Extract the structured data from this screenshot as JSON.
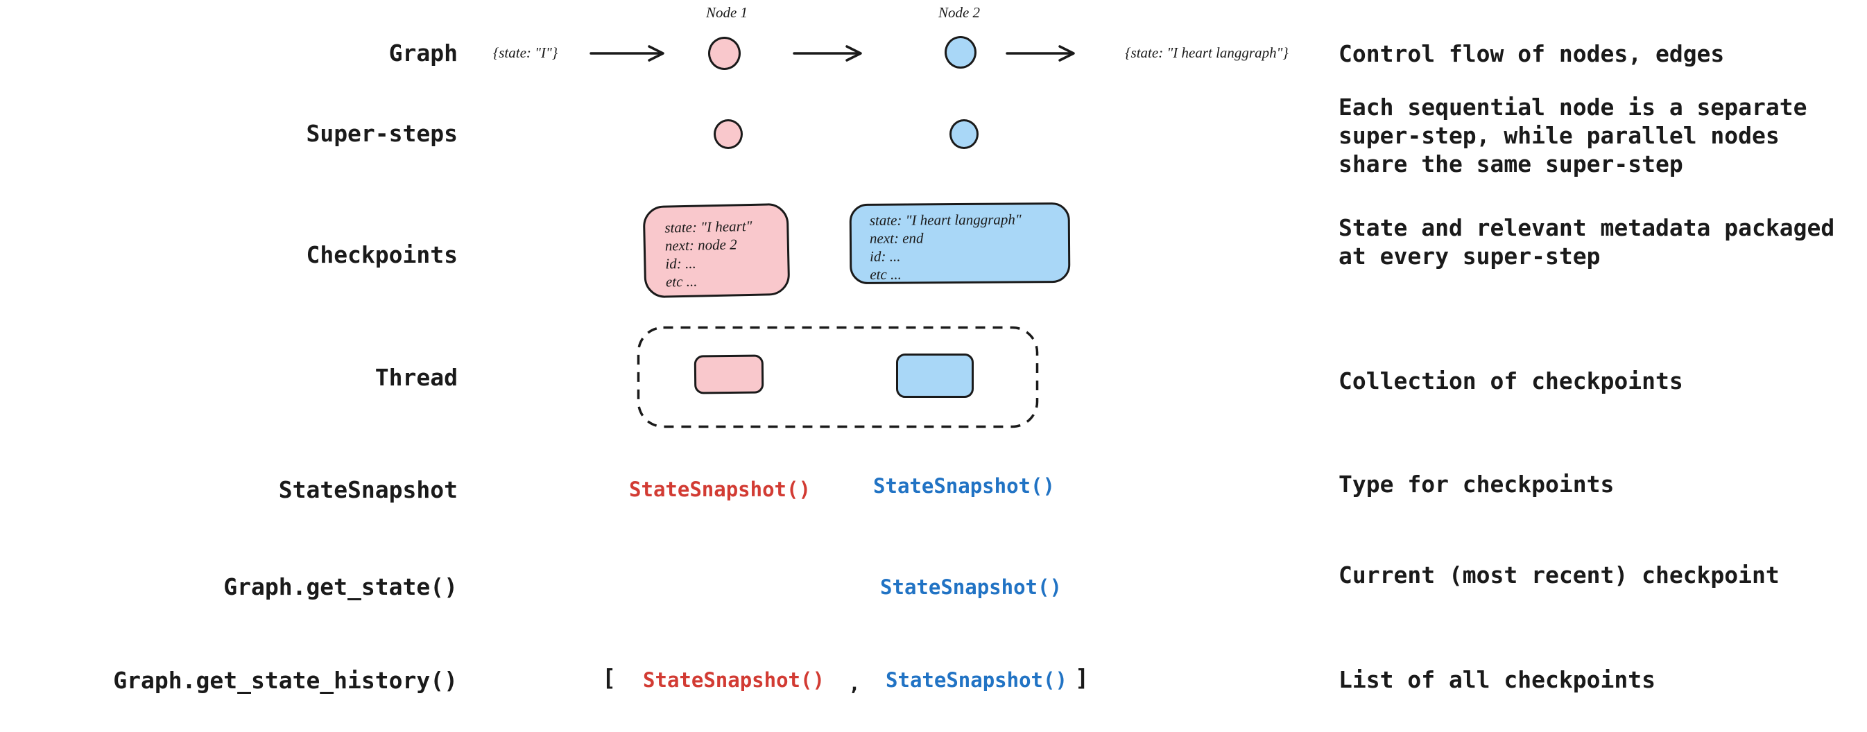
{
  "colors": {
    "node_pink": "#f9c8cc",
    "node_blue": "#a9d7f7",
    "code_red": "#d23b33",
    "code_blue": "#2173c4",
    "ink": "#1a1a1a"
  },
  "rows": {
    "graph": {
      "label": "Graph",
      "input_state": "{state: \"I\"}",
      "node1_label": "Node 1",
      "node2_label": "Node 2",
      "output_state": "{state: \"I heart langgraph\"}",
      "description": "Control flow of nodes, edges"
    },
    "super_steps": {
      "label": "Super-steps",
      "description_lines": [
        "Each sequential node is a separate",
        "super-step, while parallel nodes",
        "share the same super-step"
      ]
    },
    "checkpoints": {
      "label": "Checkpoints",
      "pink_box_lines": [
        "state: \"I heart\"",
        "next: node 2",
        "id: ...",
        "etc ..."
      ],
      "blue_box_lines": [
        "state: \"I heart langgraph\"",
        "next: end",
        "id: ...",
        "etc ..."
      ],
      "description_lines": [
        "State and relevant metadata packaged",
        "at every super-step"
      ]
    },
    "thread": {
      "label": "Thread",
      "description": "Collection of checkpoints"
    },
    "state_snapshot": {
      "label": "StateSnapshot",
      "red_code": "StateSnapshot()",
      "blue_code": "StateSnapshot()",
      "description": "Type for checkpoints"
    },
    "get_state": {
      "label": "Graph.get_state()",
      "blue_code": "StateSnapshot()",
      "description": "Current (most recent) checkpoint"
    },
    "get_state_history": {
      "label": "Graph.get_state_history()",
      "open_bracket": "[",
      "red_code": "StateSnapshot()",
      "comma": ",",
      "blue_code": "StateSnapshot()",
      "close_bracket": "]",
      "description": "List of all checkpoints"
    }
  }
}
